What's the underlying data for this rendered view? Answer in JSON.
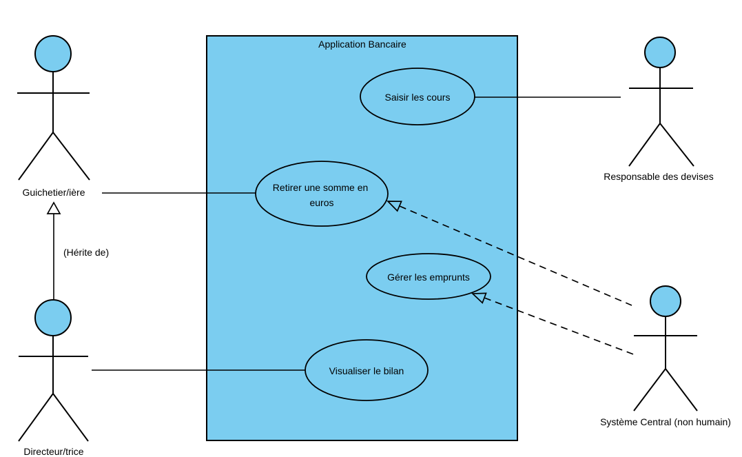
{
  "diagram": {
    "title": "Application Bancaire",
    "colors": {
      "shape_fill": "#7BCDF0",
      "stroke": "#000000",
      "background": "#FFFFFF"
    },
    "use_cases": {
      "saisir": {
        "label": "Saisir les cours"
      },
      "retirer": {
        "line1": "Retirer une somme en",
        "line2": "euros"
      },
      "gerer": {
        "label": "Gérer les emprunts"
      },
      "visualiser": {
        "label": "Visualiser le bilan"
      }
    },
    "actors": {
      "guichetier": {
        "label": "Guichetier/ière"
      },
      "directeur": {
        "label": "Directeur/trice"
      },
      "responsable": {
        "label": "Responsable des devises"
      },
      "systeme": {
        "label": "Système Central (non humain)"
      }
    },
    "relations": {
      "inheritance_label": "(Hérite de)"
    }
  }
}
